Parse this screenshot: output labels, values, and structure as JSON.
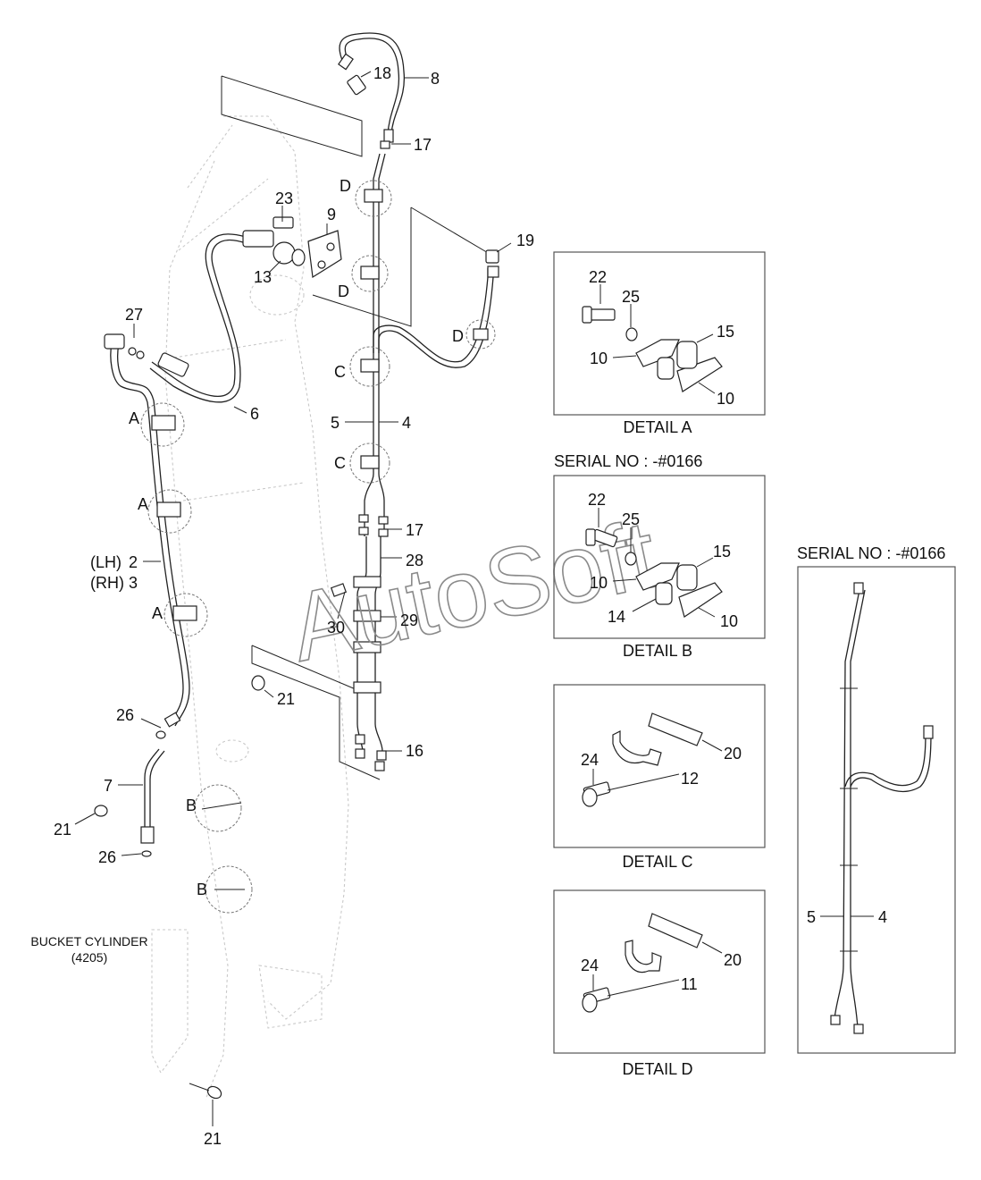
{
  "watermark": "AutoSoft",
  "details": {
    "a": {
      "caption": "DETAIL A"
    },
    "b": {
      "caption": "DETAIL B",
      "serial": "SERIAL NO : -#0166"
    },
    "c": {
      "caption": "DETAIL C"
    },
    "d": {
      "caption": "DETAIL D"
    },
    "side": {
      "serial": "SERIAL NO : -#0166"
    }
  },
  "bucket_cylinder": {
    "title": "BUCKET CYLINDER",
    "code": "(4205)"
  },
  "side_labels": {
    "lh": "(LH)",
    "rh": "(RH)"
  },
  "callouts": {
    "p1": "18",
    "p2": "8",
    "p3": "17",
    "p4": "D",
    "p5": "23",
    "p6": "9",
    "p7": "19",
    "p8": "13",
    "p9": "D",
    "p10": "27",
    "p11": "D",
    "p12": "C",
    "p13": "6",
    "p14": "5",
    "p15": "4",
    "p16": "A",
    "p17": "C",
    "p18": "17",
    "p19": "28",
    "p20": "A",
    "p21": "2",
    "p22": "3",
    "p23": "30",
    "p24": "29",
    "p25": "A",
    "p26": "21",
    "p27": "26",
    "p28": "16",
    "p29": "7",
    "p30": "B",
    "p31": "21",
    "p32": "26",
    "p33": "B",
    "p34": "21",
    "a1": "22",
    "a2": "25",
    "a3": "15",
    "a4": "10",
    "a5": "10",
    "b1": "22",
    "b2": "25",
    "b3": "15",
    "b4": "10",
    "b5": "14",
    "b6": "10",
    "c1": "20",
    "c2": "24",
    "c3": "12",
    "d1": "20",
    "d2": "24",
    "d3": "11",
    "s1": "5",
    "s2": "4"
  },
  "colors": {
    "line": "#222222",
    "ghost": "#c9c9c9",
    "watermark": "#8a8a8a",
    "box": "#555555"
  }
}
